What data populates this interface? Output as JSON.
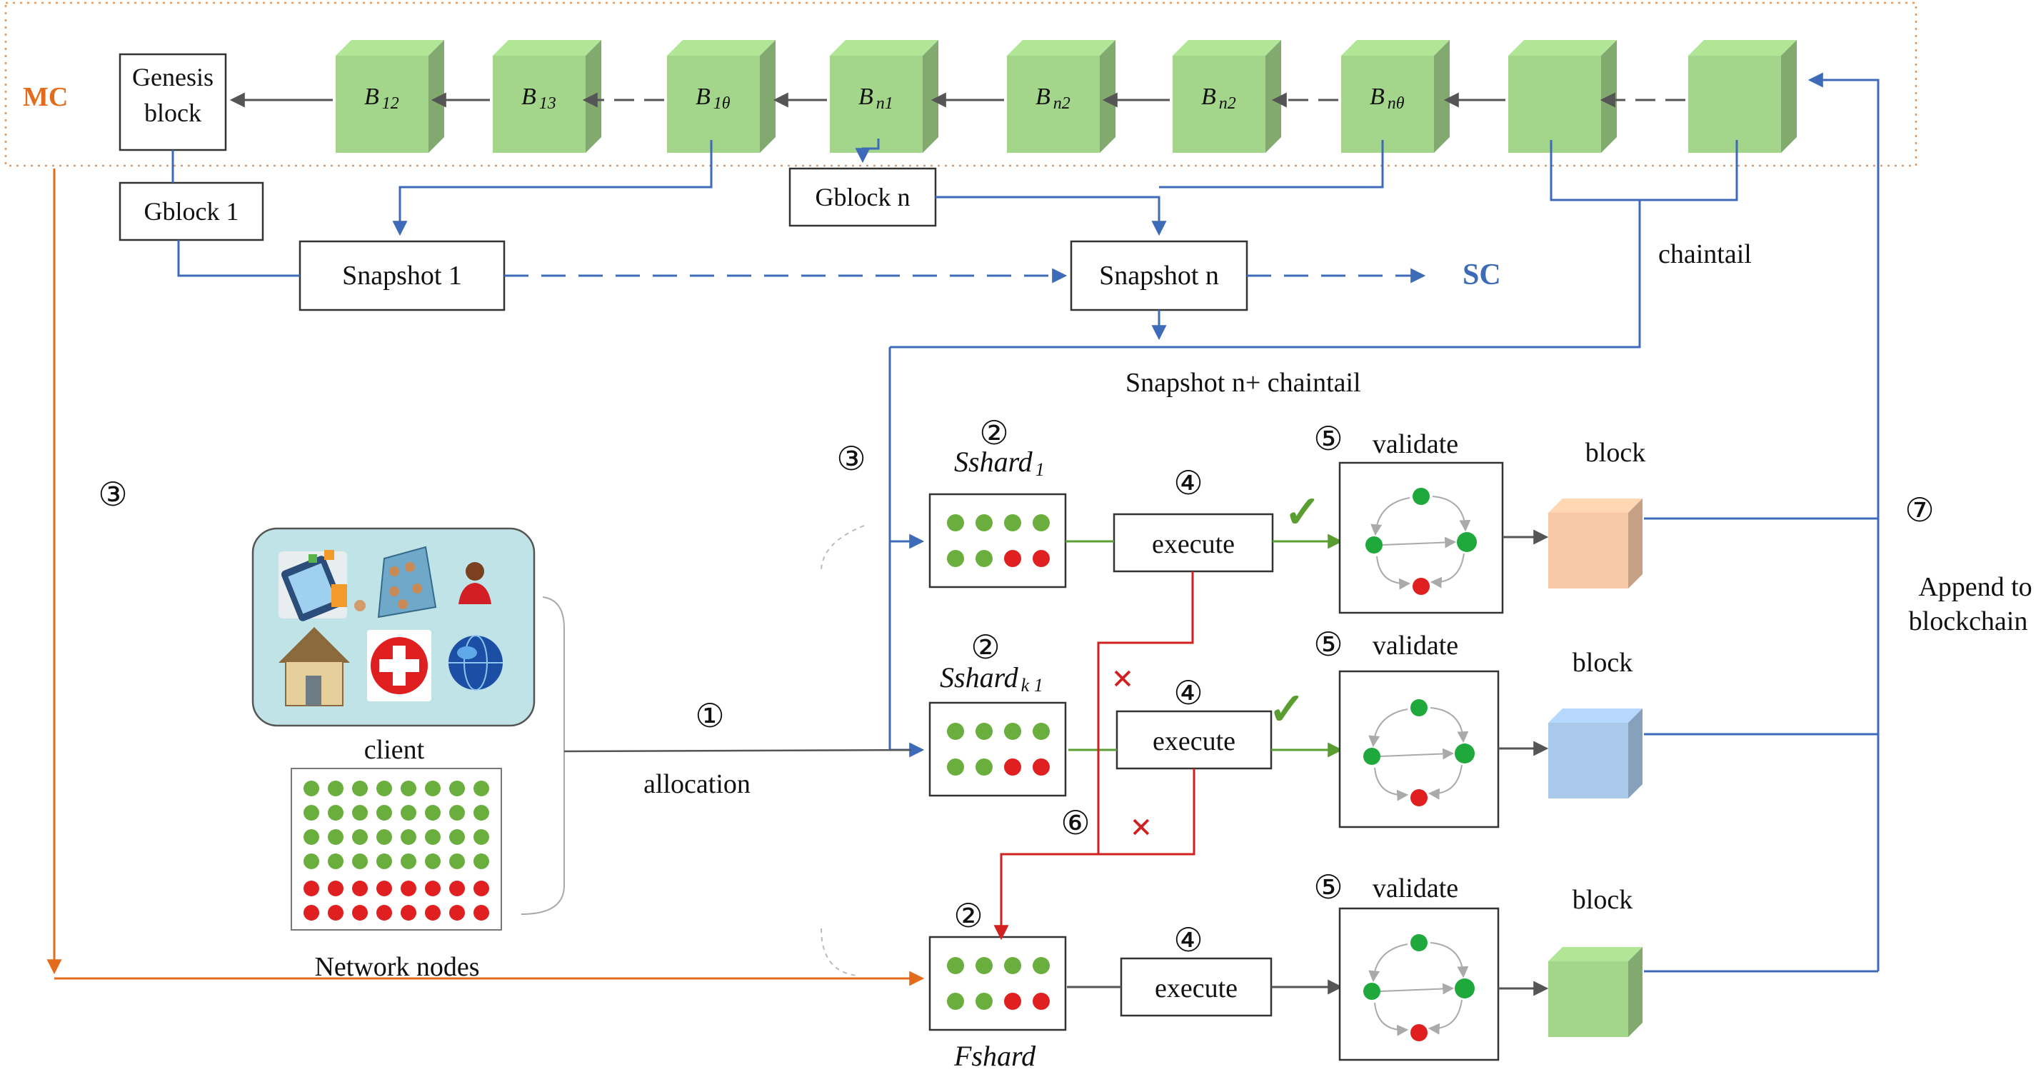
{
  "main_chain": {
    "label": "MC",
    "genesis_line1": "Genesis",
    "genesis_line2": "block",
    "blocks": [
      {
        "main": "B",
        "sub": "12"
      },
      {
        "main": "B",
        "sub": "13"
      },
      {
        "main": "B",
        "sub": "1θ"
      },
      {
        "main": "B",
        "sub": "n1"
      },
      {
        "main": "B",
        "sub": "n2"
      },
      {
        "main": "B",
        "sub": "n2"
      },
      {
        "main": "B",
        "sub": "nθ"
      },
      {
        "main": "",
        "sub": ""
      },
      {
        "main": "",
        "sub": ""
      }
    ],
    "gblock_1": "Gblock 1",
    "gblock_n": "Gblock n"
  },
  "snapshots": {
    "snapshot_1": "Snapshot 1",
    "snapshot_n": "Snapshot n",
    "sc_label": "SC",
    "chaintail": "chaintail",
    "snapshot_chaintail": "Snapshot n+ chaintail"
  },
  "steps": {
    "s1": "①",
    "s2": "②",
    "s3": "③",
    "s4": "④",
    "s5": "⑤",
    "s6": "⑥",
    "s7": "⑦"
  },
  "shards": {
    "sshard1_main": "Sshard",
    "sshard1_sub": "1",
    "sshardk_main": "Sshard",
    "sshardk_sub": "k 1",
    "fshard": "Fshard"
  },
  "labels": {
    "execute": "execute",
    "validate": "validate",
    "block": "block",
    "client": "client",
    "network_nodes": "Network nodes",
    "allocation": "allocation",
    "append_line1": "Append to",
    "append_line2": "blockchain",
    "cross": "×",
    "check": "✓"
  },
  "colors": {
    "block_green": "#a3d58a",
    "block_orange": "#f7c8a6",
    "block_blue": "#a9c8ea",
    "mc_orange": "#e36c1c",
    "sc_blue": "#3e6bb8",
    "node_green": "#6aae3e",
    "node_red": "#e02020",
    "fail_red": "#d22020"
  }
}
